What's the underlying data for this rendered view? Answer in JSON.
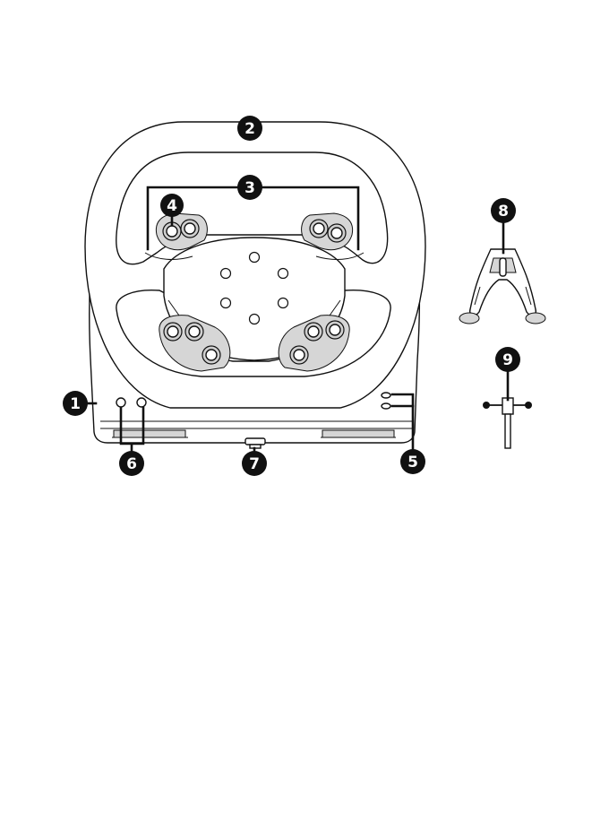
{
  "callouts": [
    {
      "id": "1",
      "label": "1"
    },
    {
      "id": "2",
      "label": "2"
    },
    {
      "id": "3",
      "label": "3"
    },
    {
      "id": "4",
      "label": "4"
    },
    {
      "id": "5",
      "label": "5"
    },
    {
      "id": "6",
      "label": "6"
    },
    {
      "id": "7",
      "label": "7"
    },
    {
      "id": "8",
      "label": "8"
    },
    {
      "id": "9",
      "label": "9"
    }
  ],
  "colors": {
    "line": "#111111",
    "shade": "#d6d6d6",
    "badge": "#111111",
    "badge_text": "#ffffff",
    "background": "#ffffff"
  }
}
